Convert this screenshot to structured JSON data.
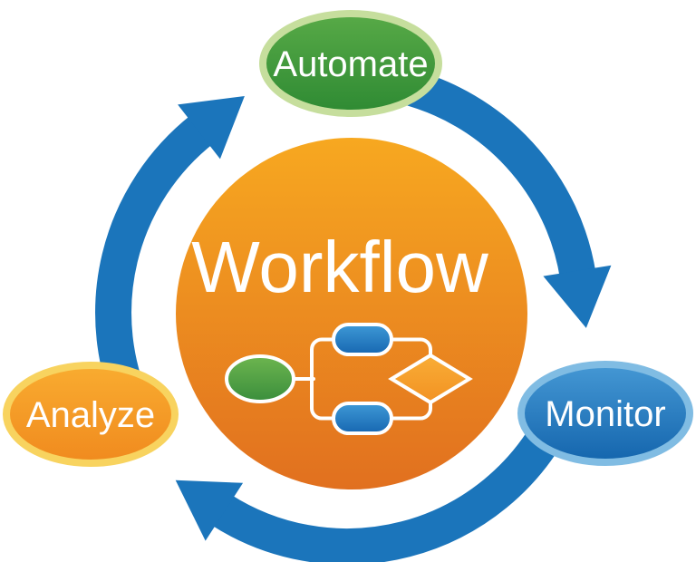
{
  "diagram": {
    "title": "Workflow cycle diagram",
    "center_label": "Workflow",
    "nodes": [
      {
        "id": "automate",
        "label": "Automate"
      },
      {
        "id": "monitor",
        "label": "Monitor"
      },
      {
        "id": "analyze",
        "label": "Analyze"
      }
    ],
    "flowchart_icon_parts": [
      "start-ellipse",
      "task-top",
      "task-bottom",
      "decision-diamond",
      "connector-frame"
    ]
  },
  "colors": {
    "arrow": "#1b75bb",
    "center_top": "#f7a820",
    "center_bottom": "#e1701f",
    "automate_top": "#58aa47",
    "automate_bottom": "#2e8a33",
    "automate_border": "#c6de9d",
    "monitor_top": "#4598d4",
    "monitor_bottom": "#1465ad",
    "monitor_border": "#80bce3",
    "analyze_top": "#f9ac30",
    "analyze_bottom": "#f08a1e",
    "analyze_border": "#f8d35f",
    "icon_green_top": "#6db54f",
    "icon_green_bottom": "#3a8e3c",
    "icon_blue_top": "#3e99d6",
    "icon_blue_bottom": "#1767b1",
    "icon_diamond_top": "#f9ad36",
    "icon_diamond_bottom": "#f29223",
    "shape_outline": "#ffffff",
    "label_text": "#ffffff"
  }
}
